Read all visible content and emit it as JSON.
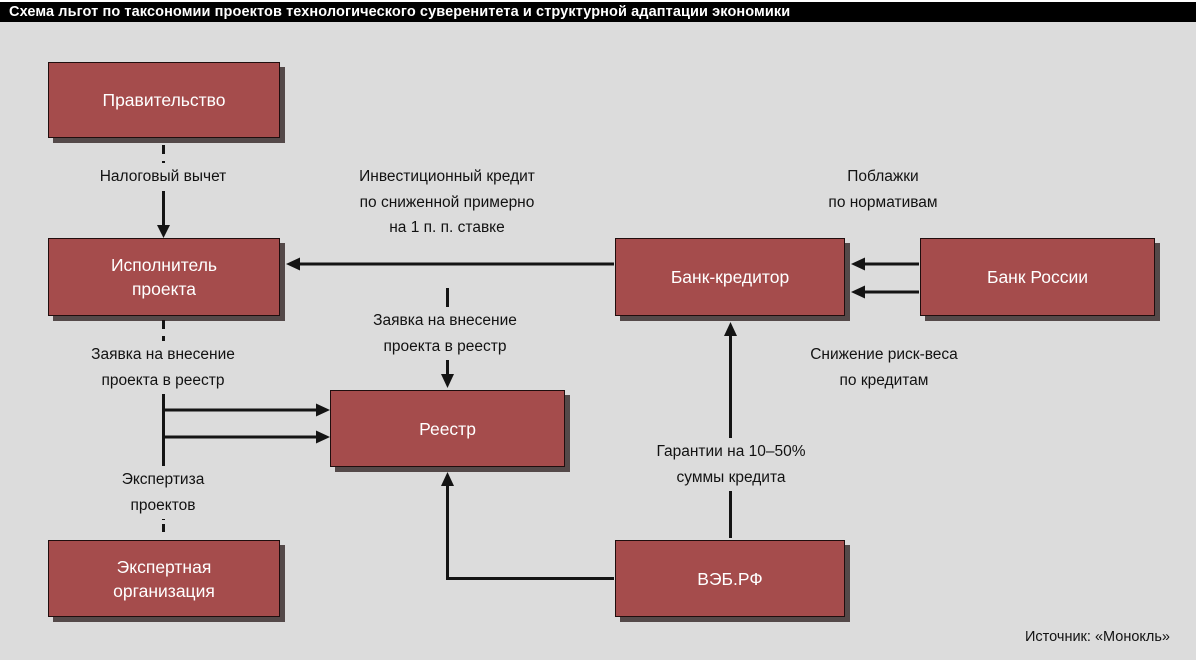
{
  "title": "Схема льгот по таксономии проектов технологического суверенитета и структурной адаптации экономики",
  "source": "Источник: «Монокль»",
  "colors": {
    "background": "#dcdcdc",
    "title_bar": "#000000",
    "box_fill": "#a54c4c",
    "box_text": "#ffffff",
    "arrow": "#141414"
  },
  "nodes": {
    "government": {
      "label": "Правительство"
    },
    "executor": {
      "label": "Исполнитель\nпроекта"
    },
    "creditor_bank": {
      "label": "Банк-кредитор"
    },
    "bank_of_russia": {
      "label": "Банк России"
    },
    "registry": {
      "label": "Реестр"
    },
    "expert_org": {
      "label": "Экспертная\nорганизация"
    },
    "veb": {
      "label": "ВЭБ.РФ"
    }
  },
  "edge_labels": {
    "tax_deduction": "Налоговый вычет",
    "investment_credit": "Инвестиционный кредит\nпо сниженной примерно\nна 1 п. п. ставке",
    "regulatory_relaxations": "Поблажки\nпо нормативам",
    "application_from_executor": "Заявка на внесение\nпроекта в реестр",
    "application_from_bank": "Заявка на внесение\nпроекта в реестр",
    "risk_weight_reduction": "Снижение риск-веса\nпо кредитам",
    "project_expertise": "Экспертиза\nпроектов",
    "credit_guarantees": "Гарантии на 10–50%\nсуммы кредита"
  }
}
